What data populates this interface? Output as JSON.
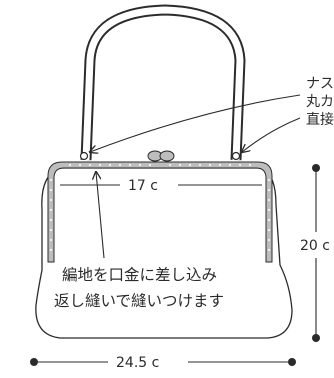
{
  "labels": {
    "top_width": "17 c",
    "height": "20 c",
    "bottom_width": "24.5 c",
    "instruction_line1": "編地を口金に差し込み",
    "instruction_line2": "返し縫いで縫いつけます",
    "side_note_line1": "ナス",
    "side_note_line2": "丸カ",
    "side_note_line3": "直接"
  },
  "colors": {
    "ink": "#2b2b2b",
    "frame_fill": "#bdbdbd",
    "stitch": "#ffffff",
    "background": "#ffffff"
  }
}
